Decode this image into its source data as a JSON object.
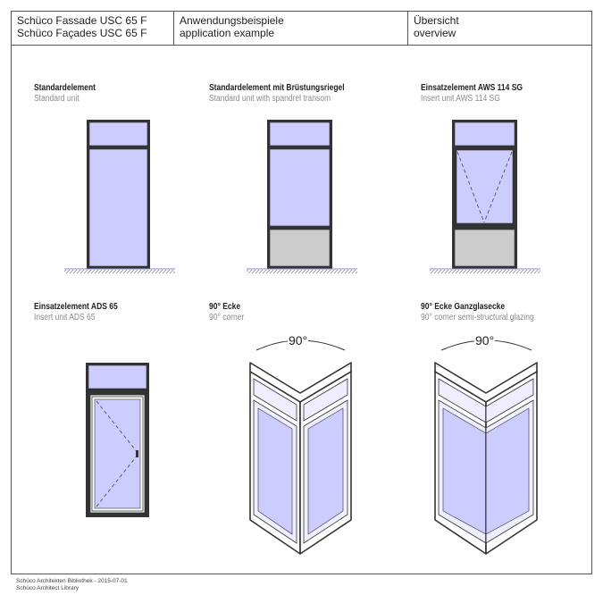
{
  "header": {
    "col1_line1": "Schüco Fassade USC 65 F",
    "col1_line2": "Schüco Façades USC 65 F",
    "col2_line1": "Anwendungsbeispiele",
    "col2_line2": "application example",
    "col3_line1": "Übersicht",
    "col3_line2": "overview"
  },
  "units": [
    {
      "de": "Standardelement",
      "en": "Standard unit"
    },
    {
      "de": "Standardelement mit Brüstungsriegel",
      "en": "Standard unit with spandrel transom"
    },
    {
      "de": "Einsatzelement AWS 114 SG",
      "en": "Insert unit AWS 114 SG"
    },
    {
      "de": "Einsatzelement ADS 65",
      "en": "Insert unit ADS 65"
    },
    {
      "de": "90° Ecke",
      "en": "90° corner"
    },
    {
      "de": "90° Ecke Ganzglasecke",
      "en": "90° corner semi-structural glazing"
    }
  ],
  "corner_angle_label": "90°",
  "footer": {
    "line1": "Schüco Architekten Bibliothek - 2015-07-01",
    "line2": "Schüco Architect Library"
  },
  "colors": {
    "glass": "#ccccff",
    "panel": "#cccccc",
    "frame": "#333333",
    "glass_light": "#eeeeff"
  }
}
